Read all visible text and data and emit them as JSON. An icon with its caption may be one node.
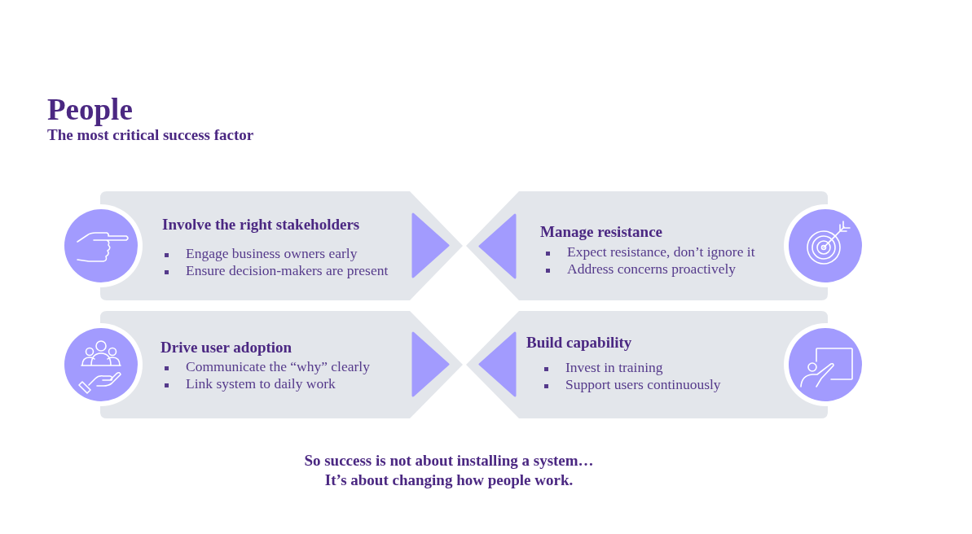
{
  "diagram": {
    "title": "People",
    "nodes": [
      {
        "text": [
          "Involve the right stakeholders",
          "Engage business owners early",
          "Ensure decision-makers are present"
        ]
      },
      {
        "text": [
          "Manage resistance",
          "Expect resistance, don’t ignore it",
          "Address concerns proactively"
        ]
      },
      {
        "text": [
          "Drive user adoption",
          "Communicate the “why” clearly",
          "Link system to daily work"
        ]
      },
      {
        "text": [
          "Build capability",
          "Invest in training",
          "Support users continuously"
        ]
      }
    ],
    "labels": [
      "The most critical success factor",
      "So success is not about installing a system…",
      "It’s about changing how people work."
    ]
  }
}
